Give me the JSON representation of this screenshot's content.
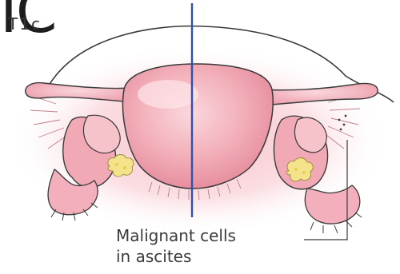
{
  "stage_label": "IC",
  "tnm_label": "T1c",
  "annotation": {
    "line1": "Malignant cells",
    "line2": "in ascites"
  },
  "colors": {
    "midline": "#2f52a8",
    "organ": "#f2aeb8",
    "organ_shade": "#e48799",
    "tumor_nodule": "#f4e38a",
    "outline": "#3a3a3a"
  }
}
